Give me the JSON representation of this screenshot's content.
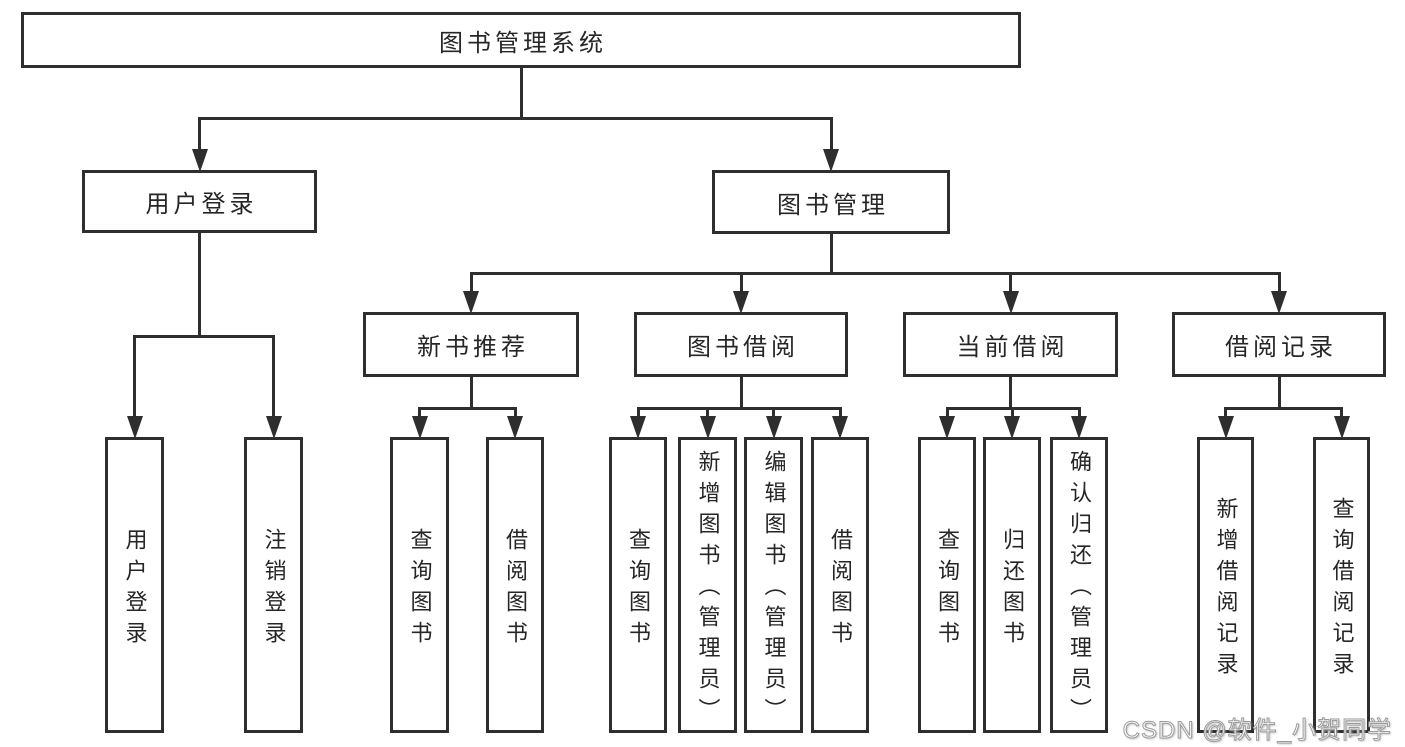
{
  "diagram": {
    "title": "图书管理系统",
    "nodes": [
      {
        "id": "root",
        "label": "图书管理系统"
      },
      {
        "id": "user-login",
        "label": "用户登录"
      },
      {
        "id": "book-mgmt",
        "label": "图书管理"
      },
      {
        "id": "new-book-rec",
        "label": "新书推荐"
      },
      {
        "id": "book-borrow",
        "label": "图书借阅"
      },
      {
        "id": "current-borrow",
        "label": "当前借阅"
      },
      {
        "id": "borrow-record",
        "label": "借阅记录"
      },
      {
        "id": "leaf-login",
        "label": "用户登录"
      },
      {
        "id": "leaf-logout",
        "label": "注销登录"
      },
      {
        "id": "leaf-nbr-query",
        "label": "查询图书"
      },
      {
        "id": "leaf-nbr-borrow",
        "label": "借阅图书"
      },
      {
        "id": "leaf-bb-query",
        "label": "查询图书"
      },
      {
        "id": "leaf-bb-add",
        "label": "新增图书（管理员）"
      },
      {
        "id": "leaf-bb-edit",
        "label": "编辑图书（管理员）"
      },
      {
        "id": "leaf-bb-borrow",
        "label": "借阅图书"
      },
      {
        "id": "leaf-cb-query",
        "label": "查询图书"
      },
      {
        "id": "leaf-cb-return",
        "label": "归还图书"
      },
      {
        "id": "leaf-cb-confirm",
        "label": "确认归还（管理员）"
      },
      {
        "id": "leaf-br-add",
        "label": "新增借阅记录"
      },
      {
        "id": "leaf-br-query",
        "label": "查询借阅记录"
      }
    ],
    "hierarchy": [
      {
        "parent": "root",
        "children": [
          "user-login",
          "book-mgmt"
        ]
      },
      {
        "parent": "user-login",
        "children": [
          "leaf-login",
          "leaf-logout"
        ]
      },
      {
        "parent": "book-mgmt",
        "children": [
          "new-book-rec",
          "book-borrow",
          "current-borrow",
          "borrow-record"
        ]
      },
      {
        "parent": "new-book-rec",
        "children": [
          "leaf-nbr-query",
          "leaf-nbr-borrow"
        ]
      },
      {
        "parent": "book-borrow",
        "children": [
          "leaf-bb-query",
          "leaf-bb-add",
          "leaf-bb-edit",
          "leaf-bb-borrow"
        ]
      },
      {
        "parent": "current-borrow",
        "children": [
          "leaf-cb-query",
          "leaf-cb-return",
          "leaf-cb-confirm"
        ]
      },
      {
        "parent": "borrow-record",
        "children": [
          "leaf-br-add",
          "leaf-br-query"
        ]
      }
    ]
  },
  "watermark": {
    "text": "CSDN @软件_小贺同学"
  },
  "colors": {
    "line": "#2e2e2e",
    "box_border": "#2e2e2e",
    "box_fill": "#ffffff",
    "text": "#262626",
    "page_background": "#ffffff",
    "watermark_fill": "#ffffff",
    "watermark_outline": "#9b9b9b"
  }
}
